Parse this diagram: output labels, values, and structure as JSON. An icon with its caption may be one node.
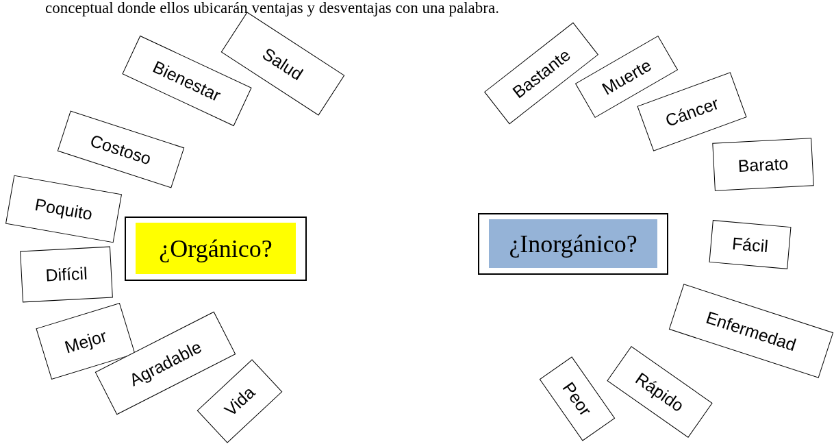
{
  "diagram": {
    "nodes": [
      {
        "text": [
          "¿Orgánico?"
        ]
      },
      {
        "text": [
          "Salud"
        ]
      },
      {
        "text": [
          "Bienestar"
        ]
      },
      {
        "text": [
          "Costoso"
        ]
      },
      {
        "text": [
          "Poquito"
        ]
      },
      {
        "text": [
          "Difícil"
        ]
      },
      {
        "text": [
          "Mejor"
        ]
      },
      {
        "text": [
          "Agradable"
        ]
      },
      {
        "text": [
          "Vida"
        ]
      },
      {
        "text": [
          "¿Inorgánico?"
        ]
      },
      {
        "text": [
          "Bastante"
        ]
      },
      {
        "text": [
          "Muerte"
        ]
      },
      {
        "text": [
          "Cáncer"
        ]
      },
      {
        "text": [
          "Barato"
        ]
      },
      {
        "text": [
          "Fácil"
        ]
      },
      {
        "text": [
          "Enfermedad"
        ]
      },
      {
        "text": [
          "Rápido"
        ]
      },
      {
        "text": [
          "Peor"
        ]
      }
    ],
    "labels": [
      "conceptual donde ellos ubicarán ventajas y desventajas con una palabra."
    ]
  }
}
